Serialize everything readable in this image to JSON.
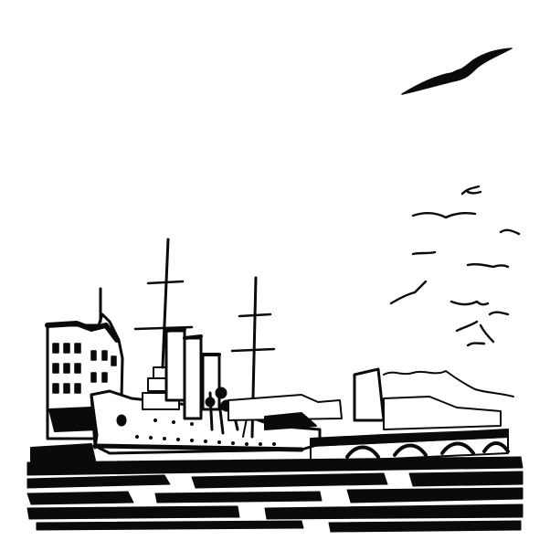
{
  "image": {
    "style": "black ink sketch",
    "ink_color": "#0a0a0a",
    "paper_color": "#ffffff",
    "subjects": [
      "cruiser-ship",
      "seagulls",
      "riverside-buildings",
      "bridge",
      "river-water"
    ]
  }
}
